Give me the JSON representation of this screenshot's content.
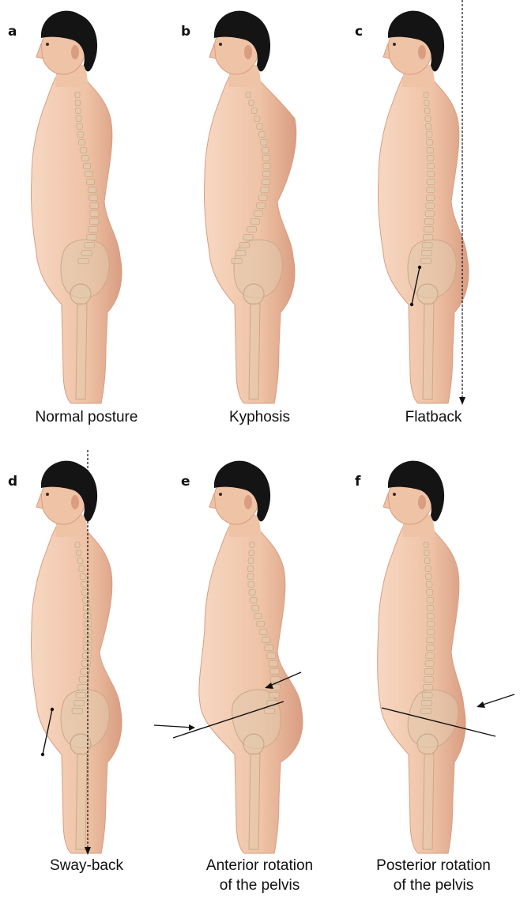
{
  "colors": {
    "skin": "#efc3a6",
    "skin_shadow": "#d99d82",
    "skin_light": "#f7d7c2",
    "hair": "#141414",
    "bone": "#e2c9ad",
    "bone_outline": "#c9a887",
    "line": "#111111"
  },
  "panels": [
    {
      "id": "a",
      "letter": "a",
      "caption_lines": [
        "Normal posture"
      ],
      "curvature": "normal",
      "pelvis": "neutral",
      "plumb_line": false,
      "double_arrow": false,
      "pelvis_tilt_line": "none"
    },
    {
      "id": "b",
      "letter": "b",
      "caption_lines": [
        "Kyphosis"
      ],
      "curvature": "kyphosis",
      "pelvis": "neutral",
      "plumb_line": false,
      "double_arrow": false,
      "pelvis_tilt_line": "none"
    },
    {
      "id": "c",
      "letter": "c",
      "caption_lines": [
        "Flatback"
      ],
      "curvature": "flat",
      "pelvis": "neutral",
      "plumb_line": true,
      "double_arrow": true,
      "pelvis_tilt_line": "none"
    },
    {
      "id": "d",
      "letter": "d",
      "caption_lines": [
        "Sway-back"
      ],
      "curvature": "swayback",
      "pelvis": "forward",
      "plumb_line": true,
      "double_arrow": true,
      "pelvis_tilt_line": "none"
    },
    {
      "id": "e",
      "letter": "e",
      "caption_lines": [
        "Anterior rotation",
        "of the pelvis"
      ],
      "curvature": "lordosis",
      "pelvis": "anterior",
      "plumb_line": false,
      "double_arrow": false,
      "pelvis_tilt_line": "anterior"
    },
    {
      "id": "f",
      "letter": "f",
      "caption_lines": [
        "Posterior rotation",
        "of the pelvis"
      ],
      "curvature": "flat",
      "pelvis": "posterior",
      "plumb_line": false,
      "double_arrow": false,
      "pelvis_tilt_line": "posterior"
    }
  ]
}
